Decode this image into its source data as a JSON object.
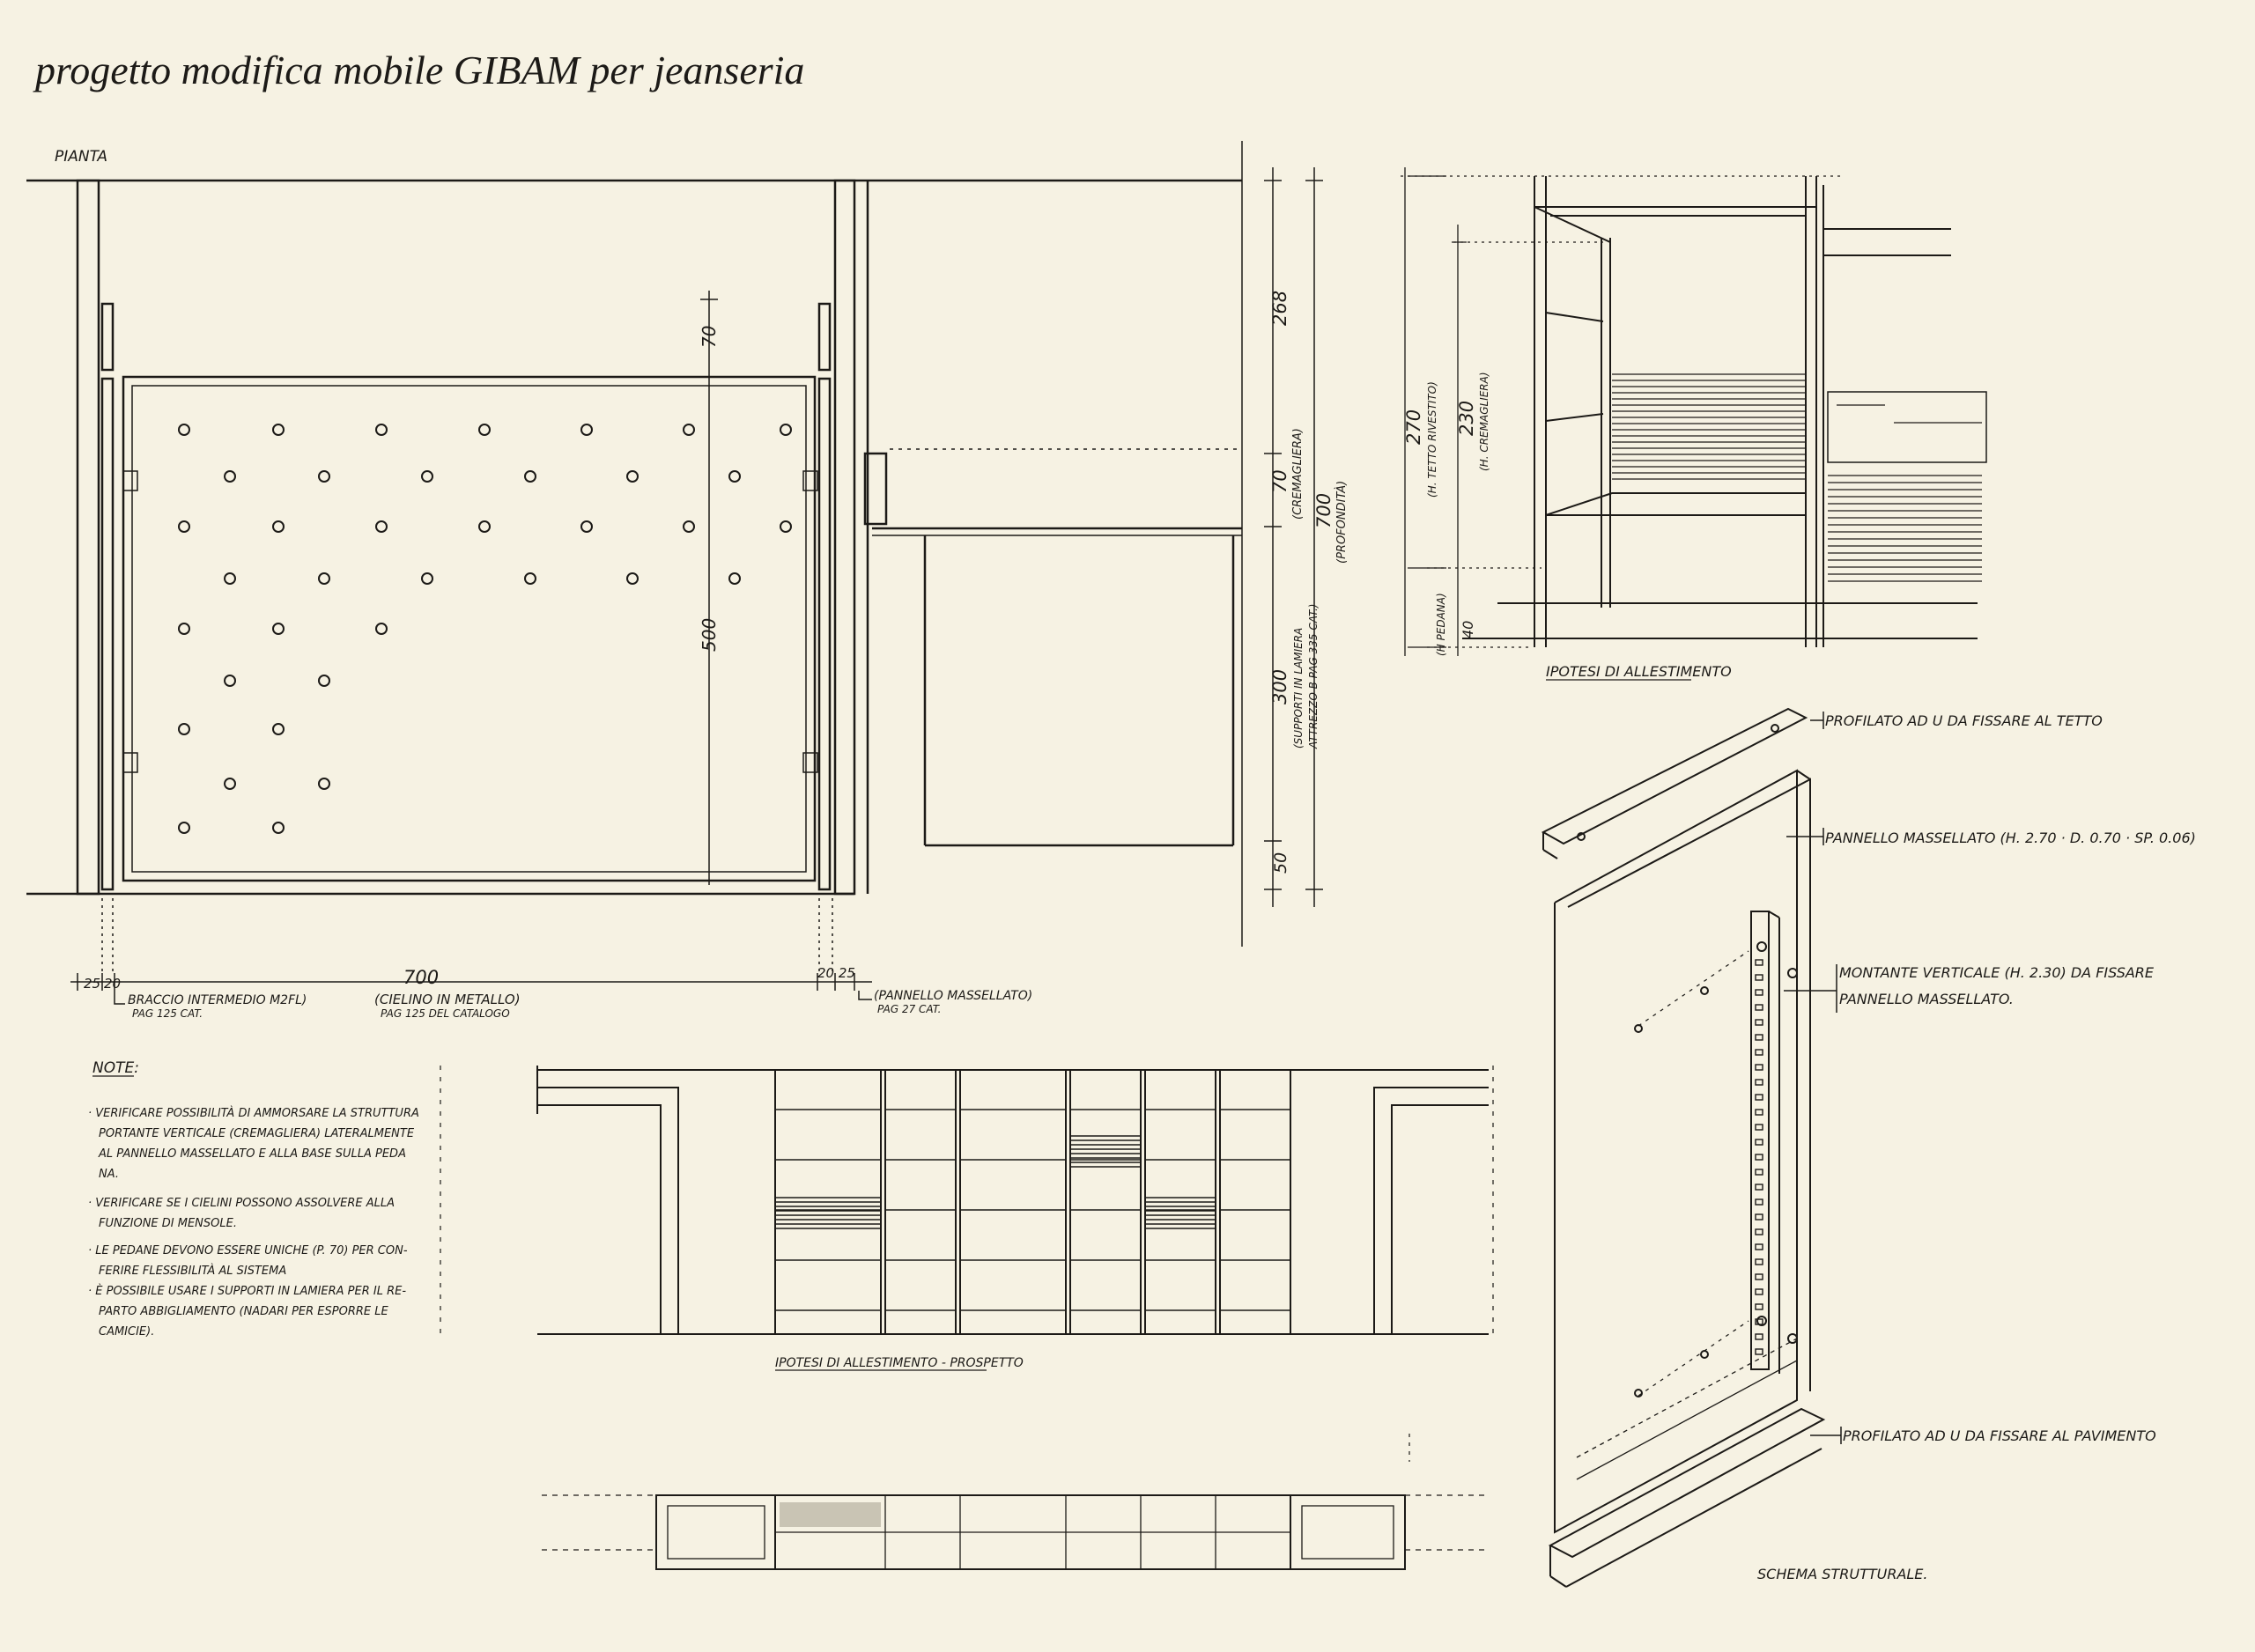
{
  "title": "progetto modifica mobile GIBAM per jeanseria",
  "plan": {
    "label": "PIANTA",
    "dim_70_top": "70",
    "dim_500": "500",
    "dim_268": "268",
    "dim_70_crem": "70",
    "dim_crem_label": "(CREMAGLIERA)",
    "dim_700_v": "700",
    "dim_profondita": "(PROFONDITÀ)",
    "dim_300": "300",
    "dim_supporti": "(SUPPORTI IN LAMIERA",
    "dim_supporti2": "ATTREZZO B PAG 335 CAT.)",
    "dim_50": "50",
    "dim_25": "25",
    "dim_20": "20",
    "dim_700_h": "700",
    "braccio": "BRACCIO INTERMEDIO M2FL)",
    "braccio2": "PAG 125 CAT.",
    "cielino": "(CIELINO IN METALLO)",
    "cielino2": "PAG 125 DEL CATALOGO",
    "dim_right_small": "20 25",
    "pannello": "(PANNELLO MASSELLATO)",
    "pannello2": "PAG 27 CAT."
  },
  "perspective": {
    "dim_270": "270",
    "dim_270_sub": "(H. TETTO RIVESTITO)",
    "dim_230": "230",
    "dim_230_sub": "(H. CREMAGLIERA)",
    "dim_40": "40",
    "dim_40_sub": "(H PEDANA)",
    "caption": "IPOTESI DI ALLESTIMENTO"
  },
  "structure": {
    "l1": "PROFILATO AD U DA FISSARE AL TETTO",
    "l2": "PANNELLO MASSELLATO (H. 2.70 · D. 0.70 · SP. 0.06)",
    "l3": "MONTANTE VERTICALE (H. 2.30) DA FISSARE",
    "l3b": "PANNELLO MASSELLATO.",
    "l4": "PROFILATO AD U DA FISSARE AL PAVIMENTO",
    "caption": "SCHEMA STRUTTURALE."
  },
  "notes": {
    "heading": "NOTE:",
    "lines": [
      "· VERIFICARE POSSIBILITÀ DI AMMORSARE LA STRUTTURA",
      "PORTANTE VERTICALE (CREMAGLIERA) LATERALMENTE",
      "AL PANNELLO MASSELLATO E ALLA BASE SULLA PEDA",
      "NA.",
      "· VERIFICARE SE I CIELINI POSSONO ASSOLVERE ALLA",
      "FUNZIONE DI MENSOLE.",
      "· LE PEDANE DEVONO ESSERE UNICHE (P. 70) PER CON-",
      "FERIRE FLESSIBILITÀ AL SISTEMA",
      "· È POSSIBILE USARE I SUPPORTI IN LAMIERA PER IL RE-",
      "PARTO ABBIGLIAMENTO (NADARI PER ESPORRE LE",
      "CAMICIE)."
    ]
  },
  "elevation": {
    "caption": "IPOTESI DI ALLESTIMENTO - PROSPETTO"
  }
}
